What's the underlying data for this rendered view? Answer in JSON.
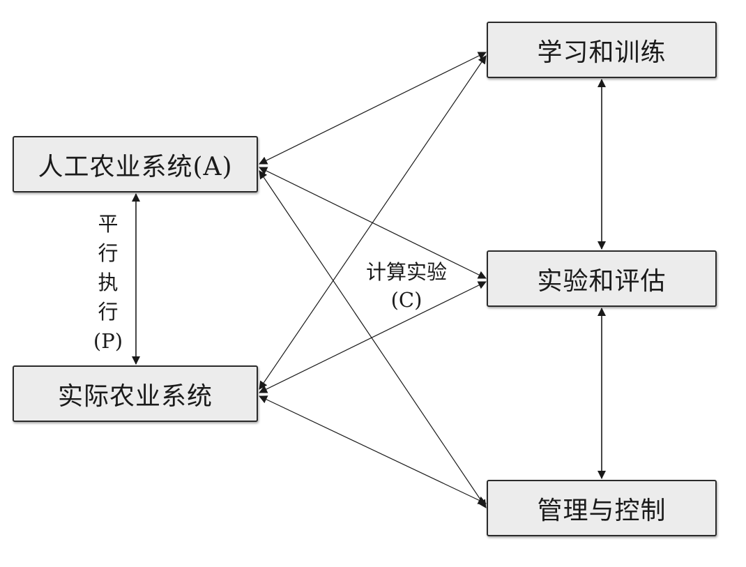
{
  "boxes": {
    "artificial": "人工农业系统(A)",
    "actual": "实际农业系统",
    "learning": "学习和训练",
    "experiment": "实验和评估",
    "management": "管理与控制"
  },
  "labels": {
    "parallel_chars": [
      "平",
      "行",
      "执",
      "行",
      "(P)"
    ],
    "computational_line1": "计算实验",
    "computational_line2": "(C)"
  },
  "colors": {
    "box_fill": "#ececec",
    "box_border": "#2a2a2a",
    "line": "#1a1a1a"
  }
}
